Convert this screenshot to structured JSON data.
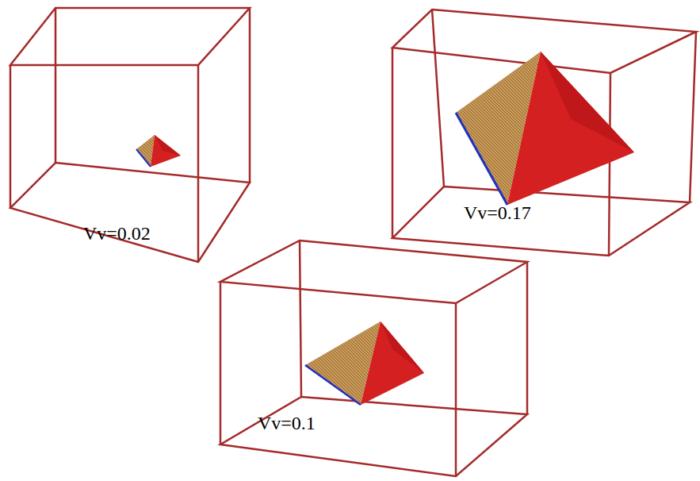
{
  "diagram": {
    "labels": [
      "Vv=0.02",
      "Vv=0.17",
      "Vv=0.1"
    ]
  }
}
